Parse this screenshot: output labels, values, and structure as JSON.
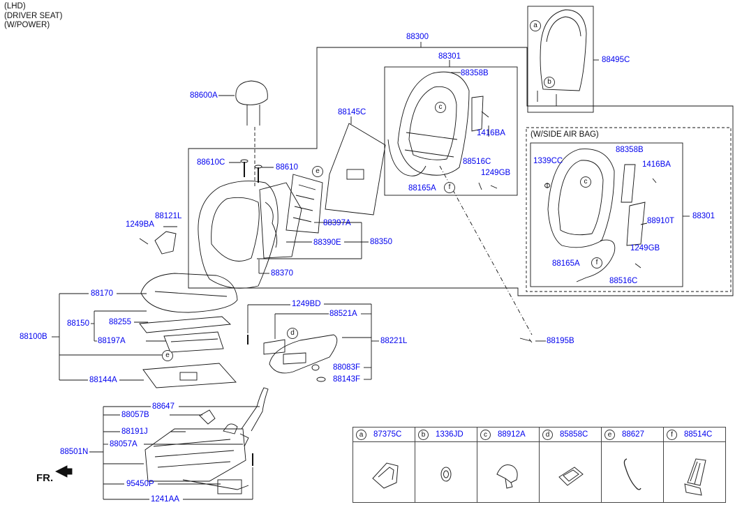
{
  "header": {
    "line1": "(LHD)",
    "line2": "(DRIVER SEAT)",
    "line3": "(W/POWER)"
  },
  "side_airbag_box_label": "(W/SIDE AIR BAG)",
  "fr_label": "FR.",
  "parts": {
    "p88300": "88300",
    "p88301": "88301",
    "p88358B": "88358B",
    "p88495C": "88495C",
    "p88600A": "88600A",
    "p88145C": "88145C",
    "p1416BA": "1416BA",
    "p88610C": "88610C",
    "p88610": "88610",
    "p88516C": "88516C",
    "p1249GB": "1249GB",
    "p88165A": "88165A",
    "p88121L": "88121L",
    "p1249BA": "1249BA",
    "p88397A": "88397A",
    "p88390E": "88390E",
    "p88350": "88350",
    "p88370": "88370",
    "p1339CC": "1339CC",
    "p88358B_2": "88358B",
    "p1416BA_2": "1416BA",
    "p88910T": "88910T",
    "p88301_2": "88301",
    "p1249GB_2": "1249GB",
    "p88165A_2": "88165A",
    "p88516C_2": "88516C",
    "p88170": "88170",
    "p88150": "88150",
    "p88255": "88255",
    "p88100B": "88100B",
    "p88197A": "88197A",
    "p88144A": "88144A",
    "p1249BD": "1249BD",
    "p88521A": "88521A",
    "p88221L": "88221L",
    "p88195B": "88195B",
    "p88083F": "88083F",
    "p88143F": "88143F",
    "p88647": "88647",
    "p88057B": "88057B",
    "p88191J": "88191J",
    "p88057A": "88057A",
    "p88501N": "88501N",
    "p95450P": "95450P",
    "p1241AA": "1241AA"
  },
  "callouts": [
    "a",
    "b",
    "c",
    "d",
    "e",
    "f"
  ],
  "legend": [
    {
      "letter": "a",
      "part": "87375C",
      "icon": "bracket-clip-icon"
    },
    {
      "letter": "b",
      "part": "1336JD",
      "icon": "round-plug-icon"
    },
    {
      "letter": "c",
      "part": "88912A",
      "icon": "push-clip-icon"
    },
    {
      "letter": "d",
      "part": "85858C",
      "icon": "square-clip-icon"
    },
    {
      "letter": "e",
      "part": "88627",
      "icon": "wire-hook-icon"
    },
    {
      "letter": "f",
      "part": "88514C",
      "icon": "actuator-motor-icon"
    }
  ]
}
